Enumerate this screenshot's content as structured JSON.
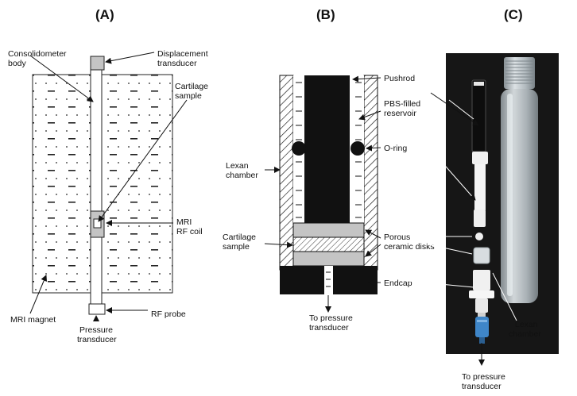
{
  "panels": {
    "a": "(A)",
    "b": "(B)",
    "c": "(C)"
  },
  "panel_a": {
    "consolidometer_body": [
      "Consolidometer",
      "body"
    ],
    "displacement_transducer": [
      "Displacement",
      "transducer"
    ],
    "cartilage_sample": [
      "Cartilage",
      "sample"
    ],
    "mri_rf_coil": [
      "MRI",
      "RF coil"
    ],
    "mri_magnet": "MRI magnet",
    "rf_probe": "RF probe",
    "pressure_transducer": [
      "Pressure",
      "transducer"
    ]
  },
  "panel_b": {
    "pushrod": "Pushrod",
    "pbs_reservoir": [
      "PBS-filled",
      "reservoir"
    ],
    "o_ring": "O-ring",
    "lexan_chamber": [
      "Lexan",
      "chamber"
    ],
    "cartilage_sample": [
      "Cartilage",
      "sample"
    ],
    "porous_disks": [
      "Porous",
      "ceramic disks"
    ],
    "endcap": "Endcap",
    "to_pressure": [
      "To pressure",
      "transducer"
    ]
  },
  "panel_c": {
    "lexan_chamber": [
      "Lexan",
      "chamber"
    ],
    "to_pressure": [
      "To pressure",
      "transducer"
    ]
  },
  "colors": {
    "photo_background": "#161616",
    "tube": "#c9d0d4",
    "blue_fitting": "#3f86c8",
    "gray_fill": "#c4c4c4"
  }
}
